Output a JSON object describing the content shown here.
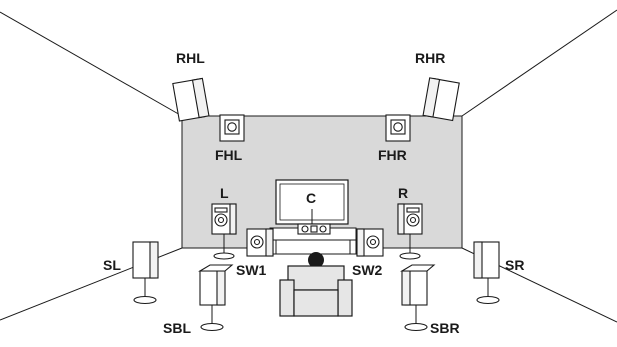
{
  "colors": {
    "wall": "#d9d9d9",
    "line": "#1a1a1a",
    "speaker": "#ffffff",
    "seat": "#e6e6e6"
  },
  "speakers": {
    "rhl": "RHL",
    "rhr": "RHR",
    "fhl": "FHL",
    "fhr": "FHR",
    "l": "L",
    "r": "R",
    "c": "C",
    "sw1": "SW1",
    "sw2": "SW2",
    "sl": "SL",
    "sr": "SR",
    "sbl": "SBL",
    "sbr": "SBR"
  }
}
